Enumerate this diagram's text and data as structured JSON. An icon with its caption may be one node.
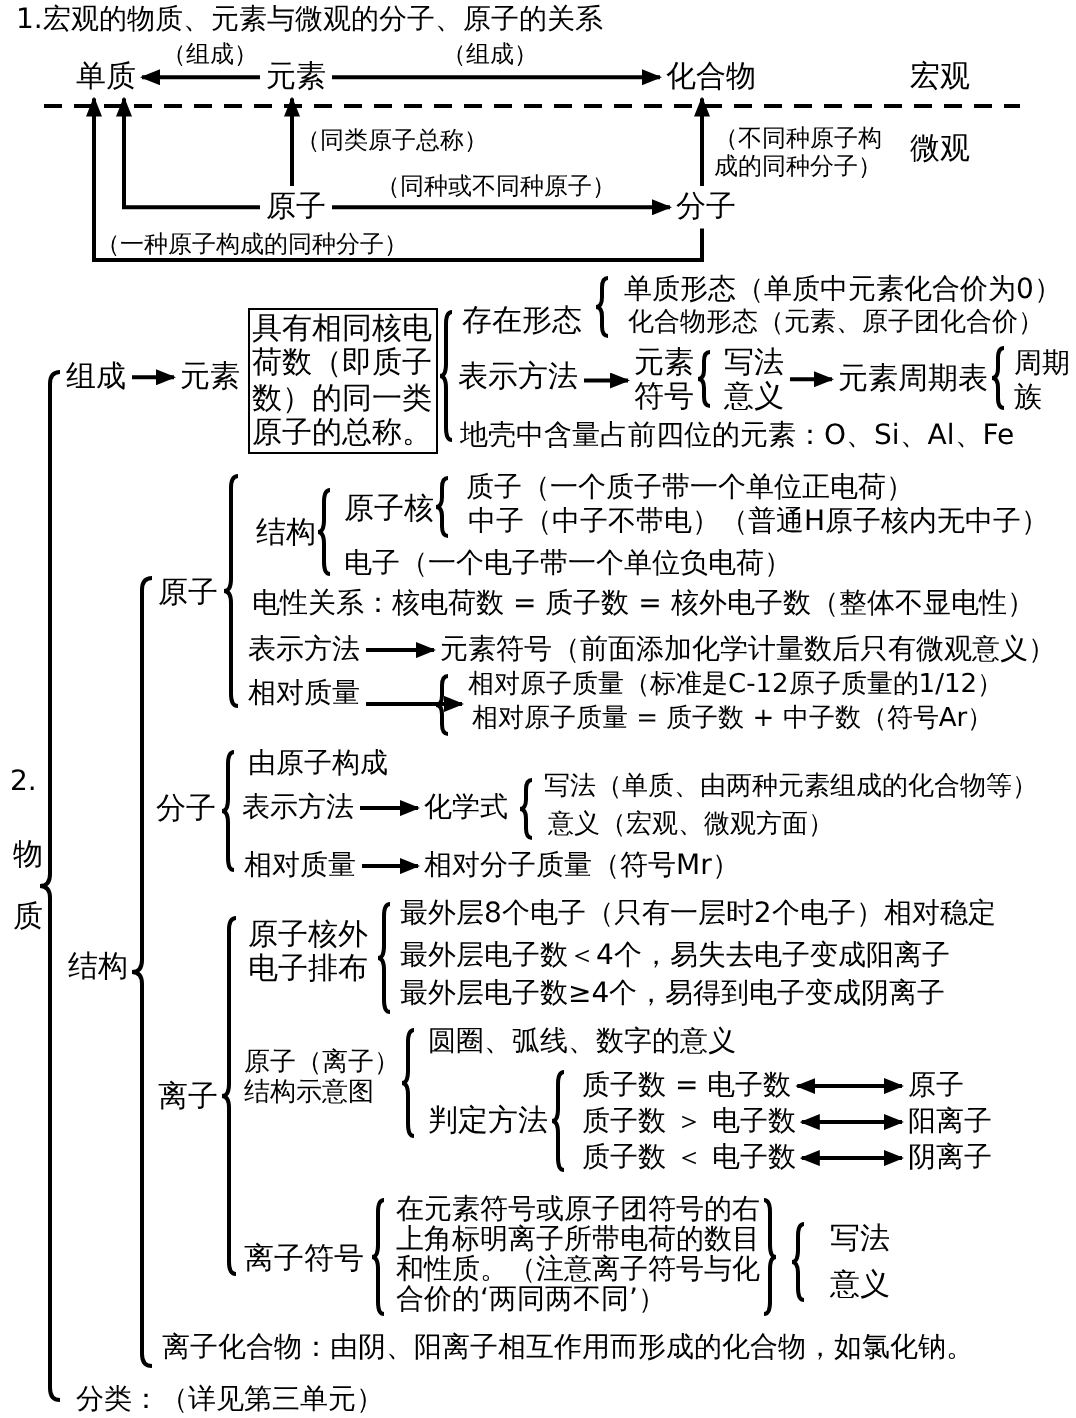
{
  "diagram": {
    "nodes": [
      {
        "text": [
          "单质"
        ]
      },
      {
        "text": [
          "元素"
        ]
      },
      {
        "text": [
          "化合物"
        ]
      },
      {
        "text": [
          "原子"
        ]
      },
      {
        "text": [
          "分子"
        ]
      },
      {
        "text": [
          "组成"
        ]
      },
      {
        "text": [
          "元素"
        ]
      },
      {
        "text": [
          "具有相同核电荷数（即质子数）的同一类原子的总称。"
        ]
      },
      {
        "text": [
          "表示方法"
        ]
      },
      {
        "text": [
          "元素符号"
        ]
      },
      {
        "text": [
          "写法",
          "意义"
        ]
      },
      {
        "text": [
          "元素周期表"
        ]
      },
      {
        "text": [
          "表示方法"
        ]
      },
      {
        "text": [
          "元素符号（前面添加化学计量数后只有微观意义）"
        ]
      },
      {
        "text": [
          "相对质量"
        ]
      },
      {
        "text": [
          "相对原子质量（标准是C-12原子质量的1/12）",
          "相对原子质量 = 质子数 + 中子数（符号Ar）"
        ]
      },
      {
        "text": [
          "表示方法"
        ]
      },
      {
        "text": [
          "化学式"
        ]
      },
      {
        "text": [
          "相对质量"
        ]
      },
      {
        "text": [
          "相对分子质量（符号Mr）"
        ]
      },
      {
        "text": [
          "质子数 = 电子数"
        ]
      },
      {
        "text": [
          "原子"
        ]
      },
      {
        "text": [
          "质子数 ＞ 电子数"
        ]
      },
      {
        "text": [
          "阳离子"
        ]
      },
      {
        "text": [
          "质子数 ＜ 电子数"
        ]
      },
      {
        "text": [
          "阴离子"
        ]
      }
    ],
    "edges": [
      {
        "from": 1,
        "to": 0,
        "arrow": "to",
        "label": "（组成）"
      },
      {
        "from": 1,
        "to": 2,
        "arrow": "to",
        "label": "（组成）"
      },
      {
        "from": 3,
        "to": 1,
        "arrow": "to",
        "label": "（同类原子总称）"
      },
      {
        "from": 3,
        "to": 0,
        "arrow": "to"
      },
      {
        "from": 3,
        "to": 4,
        "arrow": "to",
        "label": "（同种或不同种原子）"
      },
      {
        "from": 4,
        "to": 2,
        "arrow": "to",
        "label": "（不同种原子构成的同种分子）"
      },
      {
        "from": 4,
        "to": 0,
        "arrow": "to",
        "label": "（一种原子构成的同种分子）"
      },
      {
        "from": 5,
        "to": 6,
        "arrow": "to"
      },
      {
        "from": 8,
        "to": 9,
        "arrow": "to"
      },
      {
        "from": 10,
        "to": 11,
        "arrow": "to"
      },
      {
        "from": 12,
        "to": 13,
        "arrow": "to"
      },
      {
        "from": 14,
        "to": 15,
        "arrow": "to"
      },
      {
        "from": 16,
        "to": 17,
        "arrow": "to"
      },
      {
        "from": 18,
        "to": 19,
        "arrow": "to"
      },
      {
        "from": 20,
        "to": 21,
        "arrow": "both"
      },
      {
        "from": 22,
        "to": 23,
        "arrow": "both"
      },
      {
        "from": 24,
        "to": 25,
        "arrow": "both"
      }
    ],
    "labels": [
      "1.宏观的物质、元素与微观的分子、原子的关系",
      "宏观",
      "微观",
      "存在形态",
      "单质形态（单质中元素化合价为0）",
      "化合物形态（元素、原子团化合价）",
      "周期",
      "族",
      "地壳中含量占前四位的元素：O、Si、Al、Fe",
      "2.",
      "物质",
      "结构",
      "原子核",
      "质子（一个质子带一个单位正电荷）",
      "中子（中子不带电）（普通H原子核内无中子）",
      "电子（一个电子带一个单位负电荷）",
      "原子",
      "电性关系：核电荷数 = 质子数 = 核外电子数（整体不显电性）",
      "分子",
      "由原子构成",
      "写法（单质、由两种元素组成的化合物等）",
      "意义（宏观、微观方面）",
      "结构",
      "离子",
      "原子核外电子排布",
      "最外层8个电子（只有一层时2个电子）相对稳定",
      "最外层电子数＜4个，易失去电子变成阳离子",
      "最外层电子数≥4个，易得到电子变成阴离子",
      "原子（离子）结构示意图",
      "圆圈、弧线、数字的意义",
      "判定方法",
      "离子符号",
      "在元素符号或原子团符号的右上角标明离子所带电荷的数目和性质。（注意离子符号与化合价的‘两同两不同’）",
      "写法",
      "意义",
      "离子化合物：由阴、阳离子相互作用而形成的化合物，如氯化钠。",
      "分类：（详见第三单元）"
    ]
  }
}
